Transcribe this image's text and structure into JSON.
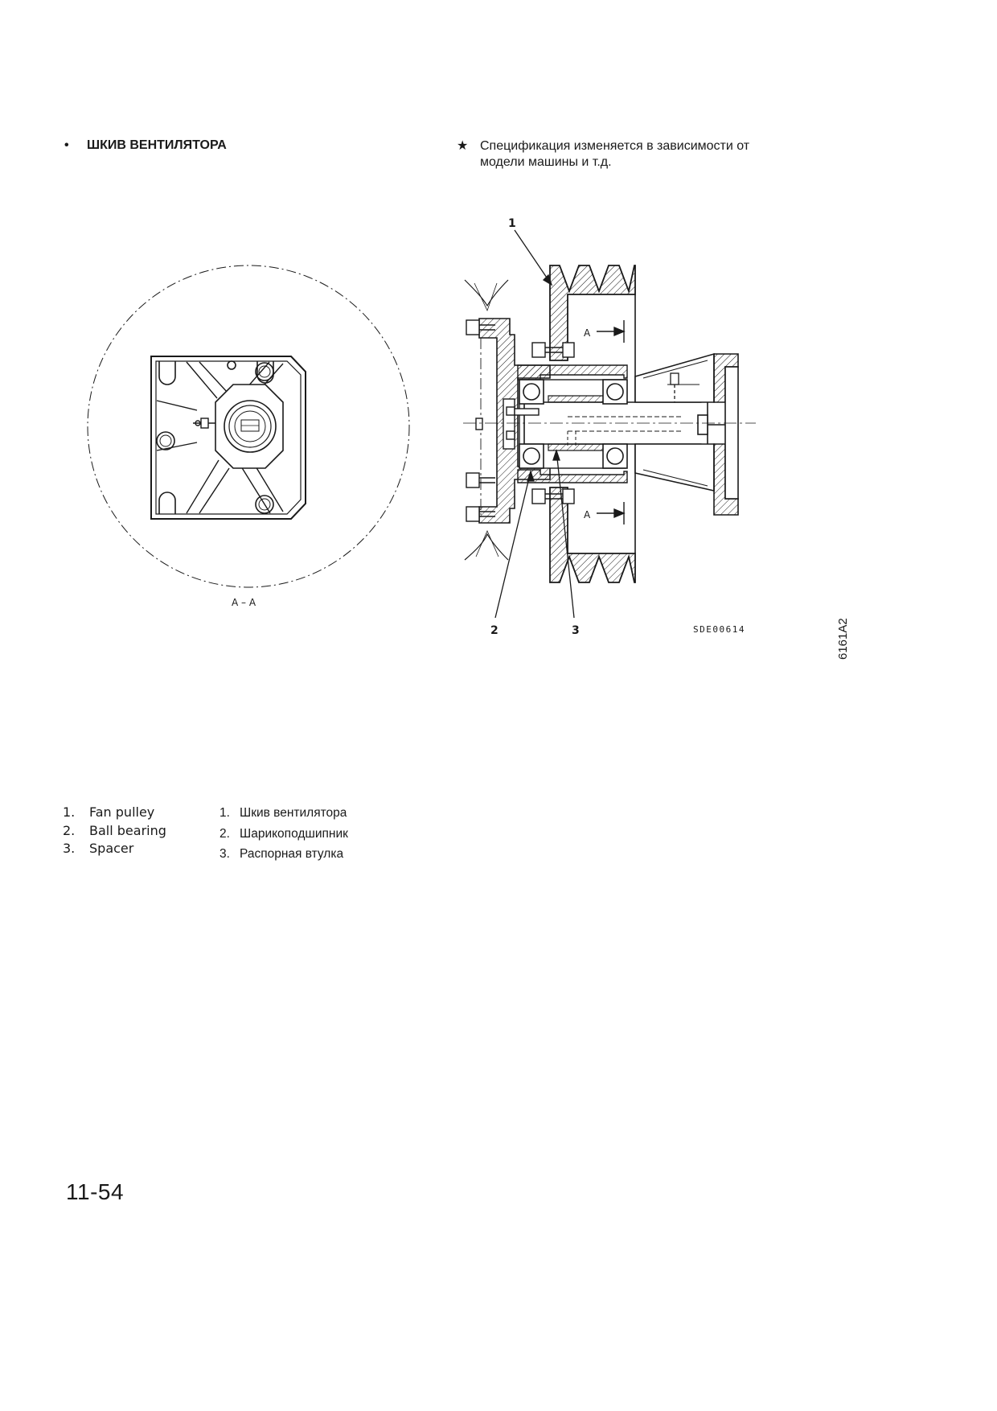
{
  "heading": {
    "bullet": "•",
    "title": "ШКИВ ВЕНТИЛЯТОРА"
  },
  "note": {
    "star": "★",
    "lines": [
      "Спецификация изменяется в зависимости от",
      "модели машины и т.д."
    ]
  },
  "drawing": {
    "section_label": "A – A",
    "arrow_label": "A",
    "callouts": [
      "1",
      "2",
      "3"
    ],
    "figure_code": "SDE00614"
  },
  "legend_en": [
    {
      "num": "1.",
      "text": "Fan pulley"
    },
    {
      "num": "2.",
      "text": "Ball bearing"
    },
    {
      "num": "3.",
      "text": "Spacer"
    }
  ],
  "legend_ru": [
    {
      "num": "1.",
      "text": "Шкив вентилятора"
    },
    {
      "num": "2.",
      "text": "Шарикоподшипник"
    },
    {
      "num": "3.",
      "text": "Распорная втулка"
    }
  ],
  "page_number": "11-54",
  "side_code": "6161A2",
  "colors": {
    "ink": "#1a1a1a",
    "paper": "#ffffff"
  }
}
